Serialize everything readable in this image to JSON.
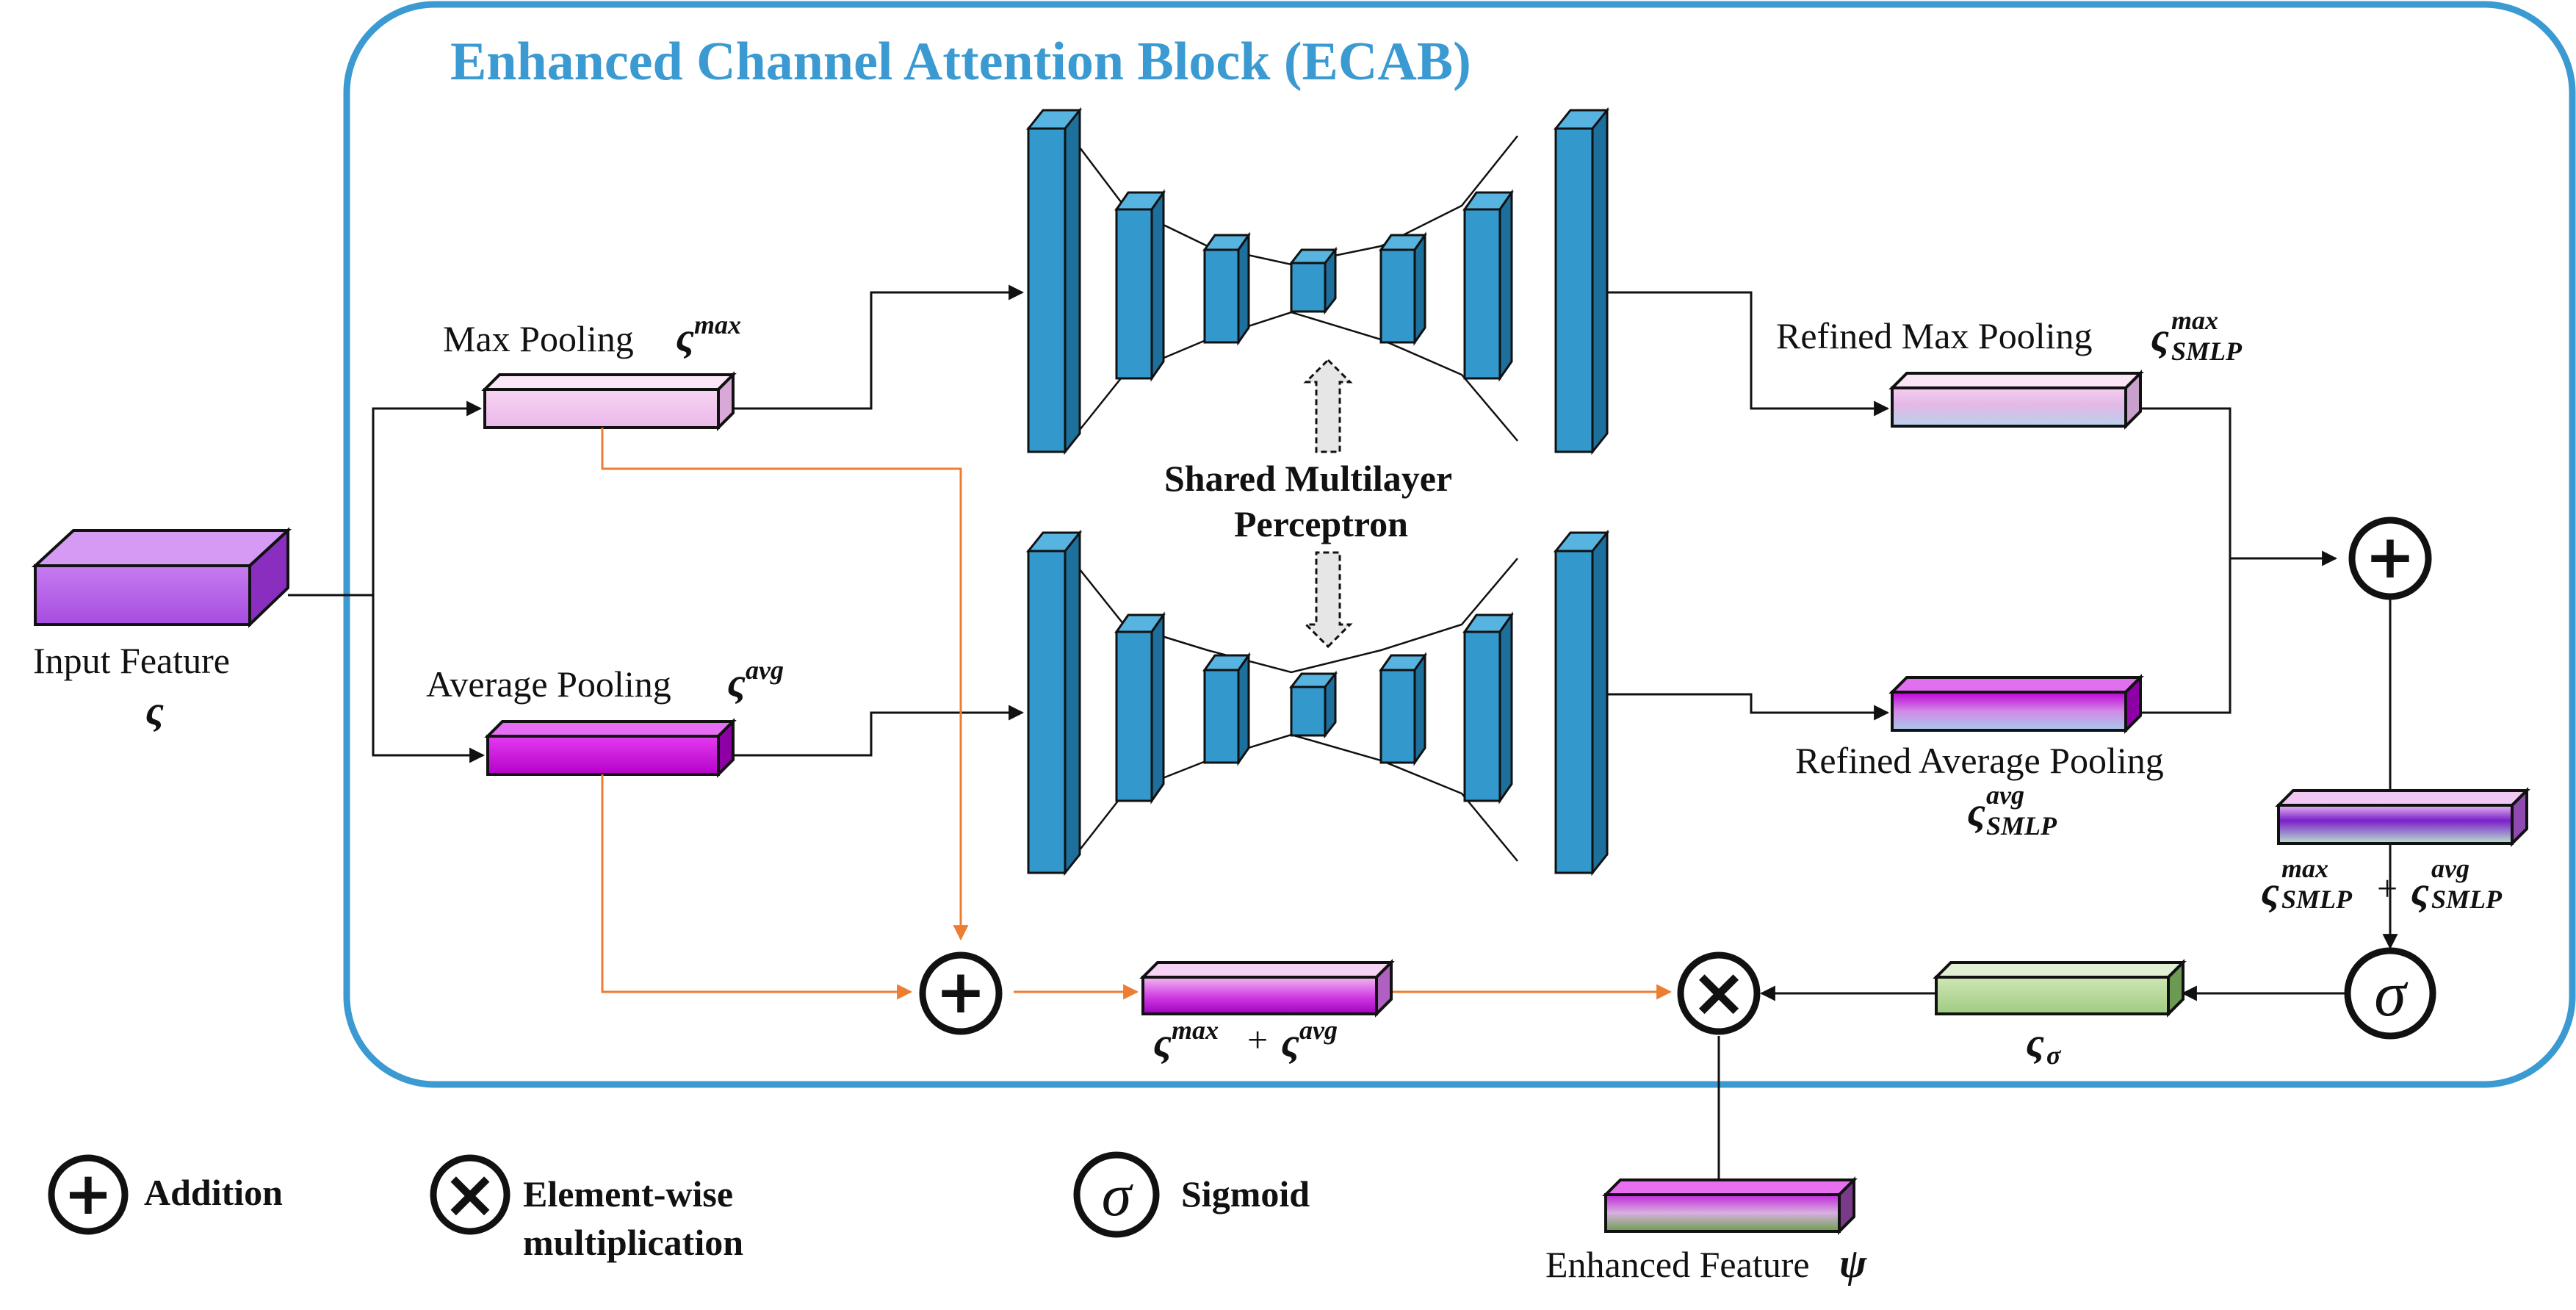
{
  "title": "Enhanced Channel Attention Block (ECAB)",
  "colors": {
    "frame": "#3a9ad1",
    "layer_front": "#3399cc",
    "layer_side": "#1d6f9c",
    "layer_top": "#57b3e0",
    "orange_line": "#ed7d31",
    "black_line": "#111111"
  },
  "input": {
    "label": "Input Feature",
    "symbol": "ς"
  },
  "max_pool": {
    "label": "Max Pooling",
    "symbol": "ς",
    "sup": "max"
  },
  "avg_pool": {
    "label": "Average Pooling",
    "symbol": "ς",
    "sup": "avg"
  },
  "mlp": {
    "line1": "Shared Multilayer",
    "line2": "Perceptron"
  },
  "refined_max": {
    "label": "Refined Max Pooling",
    "symbol": "ς",
    "sup": "max",
    "sub": "SMLP"
  },
  "refined_avg": {
    "label": "Refined Average Pooling",
    "symbol": "ς",
    "sup": "avg",
    "sub": "SMLP"
  },
  "sum_refined": {
    "symbol_a": "ς",
    "sup_a": "max",
    "sub_a": "SMLP",
    "plus": "+",
    "symbol_b": "ς",
    "sup_b": "avg",
    "sub_b": "SMLP"
  },
  "sigma_feature": {
    "symbol": "ς",
    "sub": "σ"
  },
  "sum_pool": {
    "symbol_a": "ς",
    "sup_a": "max",
    "plus": "+",
    "symbol_b": "ς",
    "sup_b": "avg"
  },
  "output": {
    "label": "Enhanced Feature",
    "symbol": "ψ"
  },
  "operators": {
    "add": "+",
    "multiply": "×",
    "sigmoid": "σ"
  },
  "legend": {
    "addition": "Addition",
    "multiplication_line1": "Element-wise",
    "multiplication_line2": "multiplication",
    "sigmoid": "Sigmoid"
  }
}
